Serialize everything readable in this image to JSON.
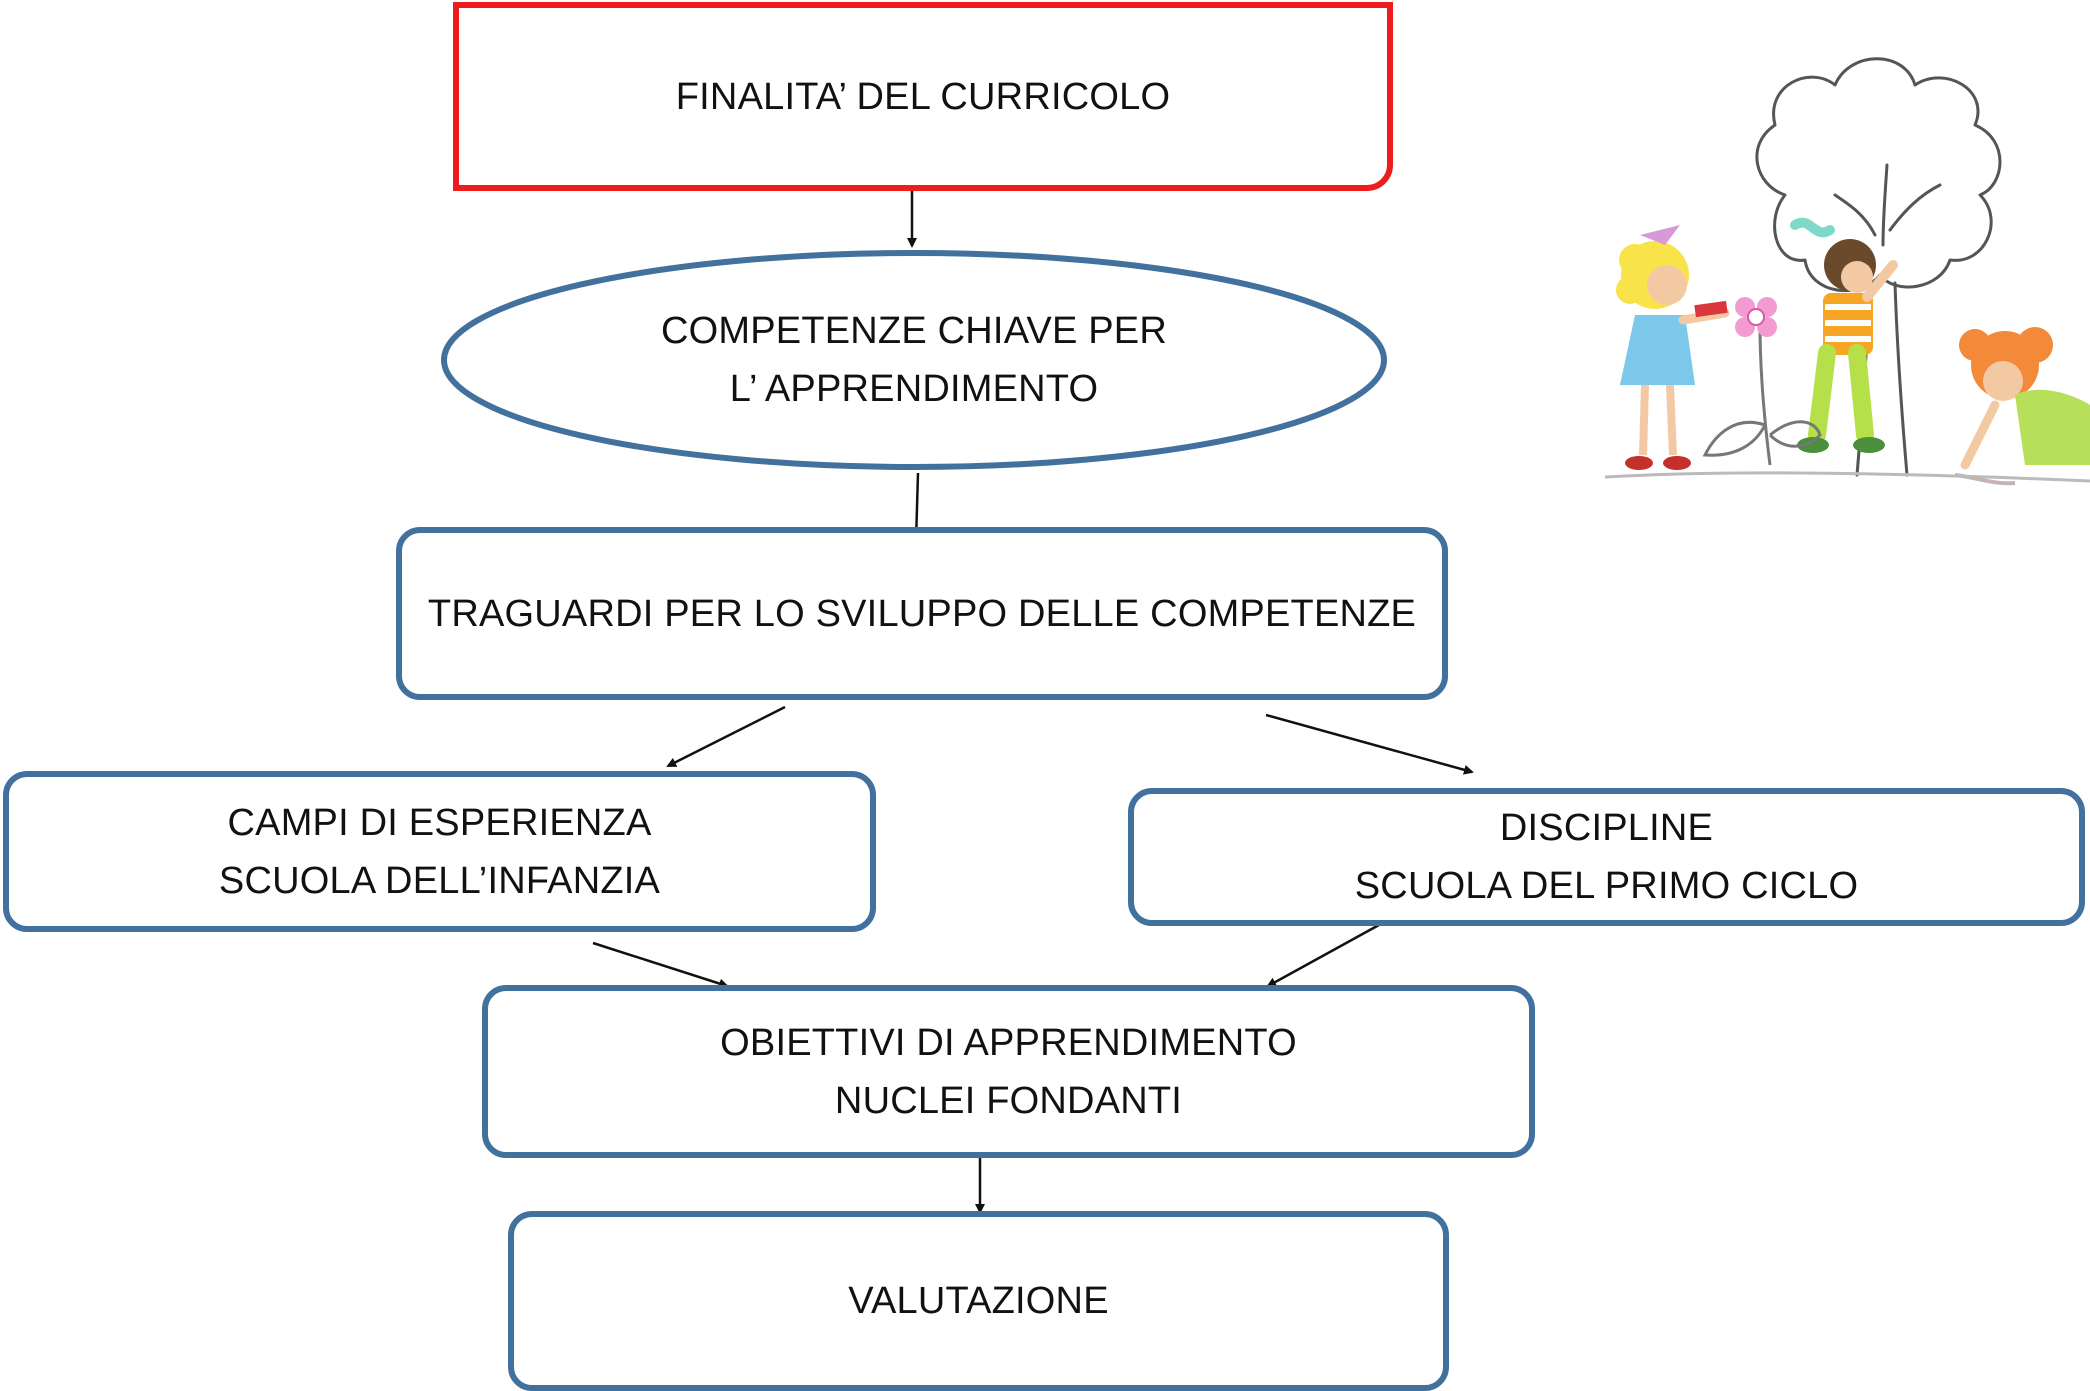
{
  "diagram": {
    "nodes": {
      "finalita": {
        "lines": [
          "FINALITA’ DEL CURRICOLO"
        ]
      },
      "competenze": {
        "lines": [
          "COMPETENZE CHIAVE PER",
          "L’ APPRENDIMENTO"
        ]
      },
      "traguardi": {
        "lines": [
          "TRAGUARDI PER LO SVILUPPO DELLE COMPETENZE"
        ]
      },
      "campi": {
        "lines": [
          "CAMPI DI ESPERIENZA",
          "SCUOLA DELL’INFANZIA"
        ]
      },
      "discipline": {
        "lines": [
          "DISCIPLINE",
          "SCUOLA DEL PRIMO CICLO"
        ]
      },
      "obiettivi": {
        "lines": [
          "OBIETTIVI DI APPRENDIMENTO",
          "NUCLEI FONDANTI"
        ]
      },
      "valutazione": {
        "lines": [
          "VALUTAZIONE"
        ]
      }
    },
    "edges": [
      {
        "from": "finalita",
        "to": "competenze"
      },
      {
        "from": "competenze",
        "to": "traguardi"
      },
      {
        "from": "traguardi",
        "to": "campi"
      },
      {
        "from": "traguardi",
        "to": "discipline"
      },
      {
        "from": "campi",
        "to": "obiettivi"
      },
      {
        "from": "discipline",
        "to": "obiettivi"
      },
      {
        "from": "obiettivi",
        "to": "valutazione"
      }
    ],
    "colors": {
      "node_border": "#41719c",
      "highlight_border": "#ee1c1c",
      "arrow": "#111111",
      "text": "#111111"
    },
    "illustration": {
      "icon": "children-drawing-tree-illustration"
    }
  }
}
